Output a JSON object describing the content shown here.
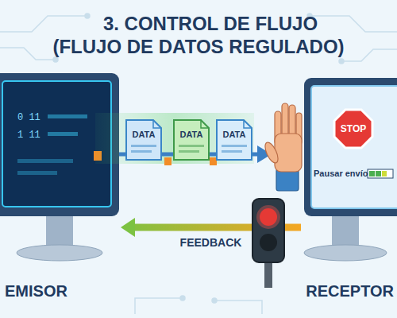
{
  "diagram": {
    "title": "3. CONTROL DE FLUJO (FLUJO DE DATOS REGULADO)",
    "nodes": [
      {
        "text": [
          "EMISOR"
        ]
      },
      {
        "text": [
          "DATA"
        ]
      },
      {
        "text": [
          "DATA"
        ]
      },
      {
        "text": [
          "DATA"
        ]
      },
      {
        "text": [
          "RECEPTOR"
        ]
      }
    ],
    "edges": [
      {
        "from": 4,
        "to": 0,
        "arrow": "to",
        "label": "FEEDBACK"
      }
    ],
    "labels": [
      "0 11",
      "1 11",
      "STOP",
      "Pausar envío"
    ]
  }
}
